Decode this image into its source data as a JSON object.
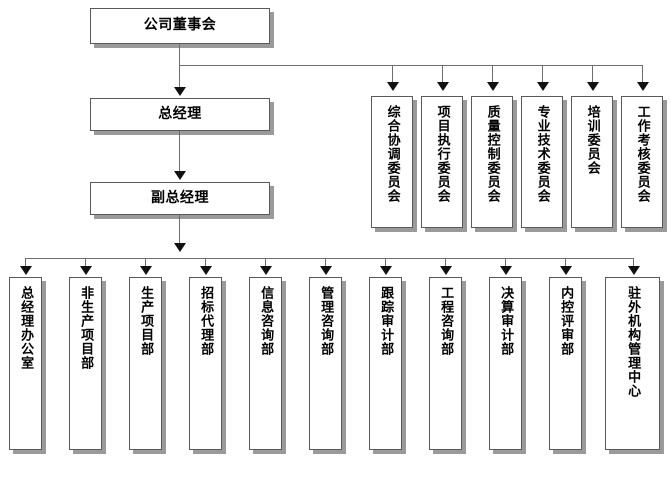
{
  "diagram": {
    "title_node": {
      "label": "公司董事会"
    },
    "management": [
      {
        "label": "总经理"
      },
      {
        "label": "副总经理"
      }
    ],
    "committees": [
      {
        "label": "综合协调委员会"
      },
      {
        "label": "项目执行委员会"
      },
      {
        "label": "质量控制委员会"
      },
      {
        "label": "专业技术委员会"
      },
      {
        "label": "培训委员会"
      },
      {
        "label": "工作考核委员会"
      }
    ],
    "departments": [
      {
        "label": "总经理办公室"
      },
      {
        "label": "非生产项目部"
      },
      {
        "label": "生产项目部"
      },
      {
        "label": "招标代理部"
      },
      {
        "label": "信息咨询部"
      },
      {
        "label": "管理咨询部"
      },
      {
        "label": "跟踪审计部"
      },
      {
        "label": "工程咨询部"
      },
      {
        "label": "决算审计部"
      },
      {
        "label": "内控评审部"
      },
      {
        "label": "驻外机构管理中心"
      }
    ],
    "colors": {
      "background": "#ffffff",
      "box_fill": "#ffffff",
      "box_border": "#5a5a5a",
      "box_shadow": "#9a9a9a",
      "connector": "#6e6e6e",
      "arrow": "#111111",
      "text": "#000000"
    }
  }
}
